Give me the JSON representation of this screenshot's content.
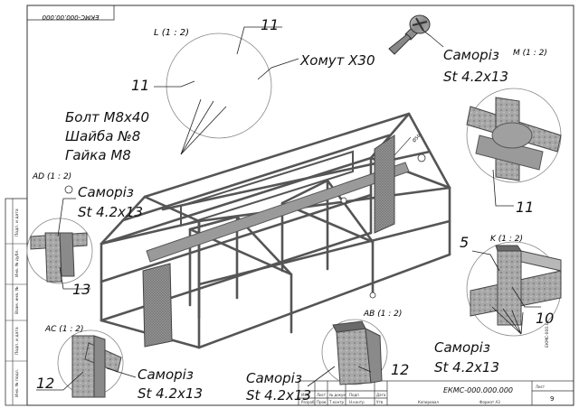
{
  "drawing": {
    "code_top": "ЕКМС-000.00.000",
    "code_title": "ЕКМС-000.000.000",
    "side_code": "ЕКМС-000.00.000",
    "dimension": "Ø50",
    "format_label": "Формат А3",
    "sheet_label": "Лист",
    "sheet_number": "9",
    "copied_label": "Копировал"
  },
  "title_block": {
    "row_labels": [
      "Изм",
      "Лист",
      "№ докум",
      "Подп",
      "Дата"
    ],
    "row2_labels": [
      "Разраб",
      "Пров",
      "Т.контр",
      "Н.контр",
      "Утв"
    ]
  },
  "side_stamp": [
    "Подп. и дата",
    "Инв. № дубл.",
    "Взам. инв. №",
    "Подп. и дата",
    "Инв. № подл."
  ],
  "details": [
    {
      "id": "L",
      "title": "L (1 : 2)"
    },
    {
      "id": "M",
      "title": "M (1 : 2)"
    },
    {
      "id": "AD",
      "title": "AD (1 : 2)"
    },
    {
      "id": "K",
      "title": "K (1 : 2)"
    },
    {
      "id": "AC",
      "title": "AC (1 : 2)"
    },
    {
      "id": "AB",
      "title": "AB (1 : 2)"
    }
  ],
  "callouts": {
    "n11_top": "11",
    "n11_left": "11",
    "n11_right": "11",
    "clamp": "Хомут Х30",
    "screw_top_1": "Саморіз",
    "screw_top_2": "St 4.2x13",
    "bolt": "Болт М8х40",
    "washer": "Шайба №8",
    "nut": "Гайка М8",
    "screw_ad_1": "Саморіз",
    "screw_ad_2": "St 4.2x13",
    "n13": "13",
    "n5": "5",
    "n10": "10",
    "screw_k_1": "Саморіз",
    "screw_k_2": "St 4.2x13",
    "n12_left": "12",
    "screw_ac_1": "Саморіз",
    "screw_ac_2": "St 4.2x13",
    "screw_ab_1": "Саморіз",
    "screw_ab_2": "St 4.2x13",
    "n12_mid": "12"
  }
}
